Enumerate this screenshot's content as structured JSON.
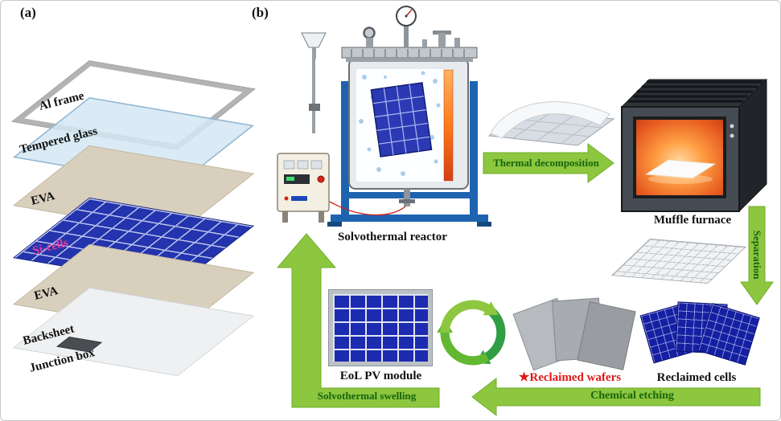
{
  "panel_a": {
    "label": "(a)",
    "layers": [
      {
        "name": "Al frame"
      },
      {
        "name": "Tempered glass"
      },
      {
        "name": "EVA"
      },
      {
        "name": "Si-cells"
      },
      {
        "name": "EVA"
      },
      {
        "name": "Backsheet"
      },
      {
        "name": "Junction box"
      }
    ]
  },
  "panel_b": {
    "label": "(b)",
    "reactor_label": "Solvothermal reactor",
    "thermal_arrow_label": "Thermal decomposition",
    "furnace_label": "Muffle furnace",
    "separation_arrow_label": "Separation",
    "cells_label": "Reclaimed cells",
    "wafers_star": "★",
    "wafers_label": "Reclaimed wafers",
    "etching_arrow_label": "Chemical etching",
    "eol_label": "EoL PV module",
    "swelling_arrow_label": "Solvothermal swelling"
  },
  "colors": {
    "arrow_green": "#8dc63f",
    "arrow_text_green": "#17650d",
    "wafers_label_red": "#e01818",
    "si_cells_label_pink": "#e83e9c",
    "cell_blue": "#1c2bb0",
    "heater_orange": "#ff7a1a"
  }
}
